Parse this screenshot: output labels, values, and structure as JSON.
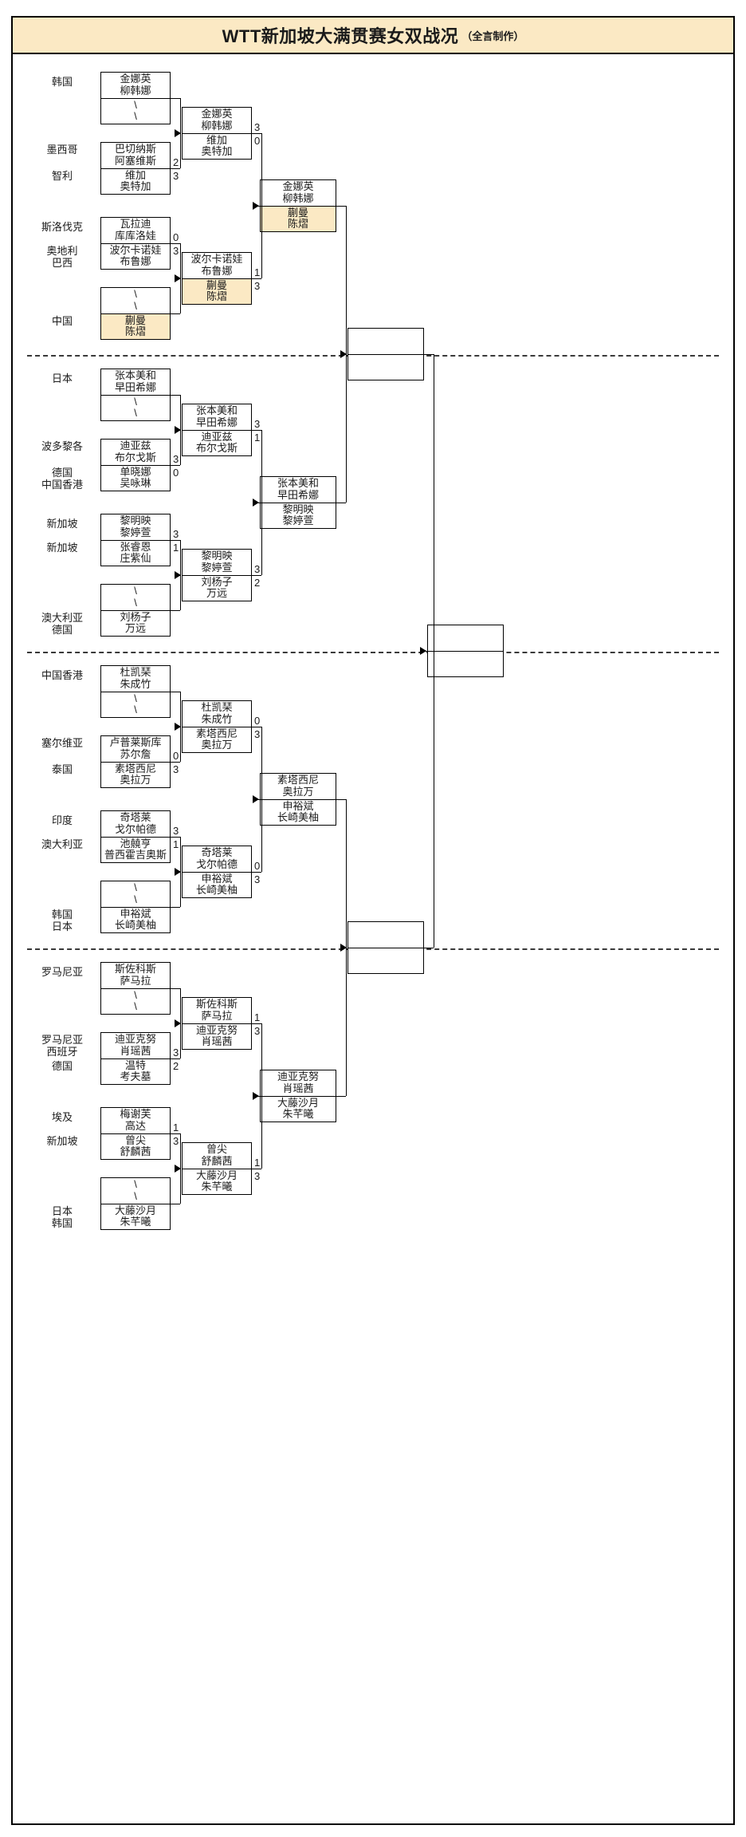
{
  "header": {
    "title_main": "WTT新加坡大满贯赛女双战况",
    "title_sub": "（全言制作）"
  },
  "bracket_data": {
    "type": "tournament-bracket",
    "sport": "女子双打 (Women's Doubles)",
    "highlight_color": "#fbe9c4",
    "highlighted_team": "蒯曼 / 陈熠",
    "quadrants": [
      {
        "id": "q1",
        "groups": [
          {
            "id": "q1g1",
            "r1": {
              "top": {
                "country": "韩国",
                "p1": "金娜英",
                "p2": "柳韩娜",
                "score": ""
              },
              "bottom": {
                "country": "",
                "p1": "\\",
                "p2": "\\",
                "score": "",
                "bye": true
              }
            },
            "r1b": {
              "top": {
                "country": "墨西哥",
                "p1": "巴切纳斯",
                "p2": "阿塞维斯",
                "score": "2"
              },
              "bottom": {
                "country": "智利",
                "p1": "维加",
                "p2": "奥特加",
                "score": "3"
              }
            }
          }
        ],
        "r2": {
          "top": {
            "p1": "金娜英",
            "p2": "柳韩娜",
            "score": "3",
            "hl": false
          },
          "bottom": {
            "p1": "维加",
            "p2": "奥特加",
            "score": "0",
            "hl": false
          }
        },
        "groups2": {
          "r1": {
            "top": {
              "country": "斯洛伐克",
              "p1": "瓦拉迪",
              "p2": "库库洛娃",
              "score": "0"
            },
            "bottom": {
              "country": "奥地利\n巴西",
              "p1": "波尔卡诺娃",
              "p2": "布鲁娜",
              "score": "3"
            }
          },
          "r1b": {
            "top": {
              "country": "",
              "p1": "\\",
              "p2": "\\",
              "score": "",
              "bye": true
            },
            "bottom": {
              "country": "中国",
              "p1": "蒯曼",
              "p2": "陈熠",
              "score": "",
              "hl": true
            }
          }
        },
        "r2b": {
          "top": {
            "p1": "波尔卡诺娃",
            "p2": "布鲁娜",
            "score": "1",
            "hl": false
          },
          "bottom": {
            "p1": "蒯曼",
            "p2": "陈熠",
            "score": "3",
            "hl": true
          }
        },
        "qf": {
          "top": {
            "p1": "金娜英",
            "p2": "柳韩娜",
            "score": "",
            "hl": false
          },
          "bottom": {
            "p1": "蒯曼",
            "p2": "陈熠",
            "score": "",
            "hl": true
          }
        }
      },
      {
        "id": "q2",
        "groups": [
          {
            "id": "q2g1",
            "r1": {
              "top": {
                "country": "日本",
                "p1": "张本美和",
                "p2": "早田希娜",
                "score": ""
              },
              "bottom": {
                "country": "",
                "p1": "\\",
                "p2": "\\",
                "score": "",
                "bye": true
              }
            },
            "r1b": {
              "top": {
                "country": "波多黎各",
                "p1": "迪亚兹",
                "p2": "布尔戈斯",
                "score": "3"
              },
              "bottom": {
                "country": "德国\n中国香港",
                "p1": "单晓娜",
                "p2": "吴咏琳",
                "score": "0"
              }
            }
          }
        ],
        "r2": {
          "top": {
            "p1": "张本美和",
            "p2": "早田希娜",
            "score": "3",
            "hl": false
          },
          "bottom": {
            "p1": "迪亚兹",
            "p2": "布尔戈斯",
            "score": "1",
            "hl": false
          }
        },
        "groups2": {
          "r1": {
            "top": {
              "country": "新加坡",
              "p1": "黎明映",
              "p2": "黎婷萱",
              "score": "3"
            },
            "bottom": {
              "country": "新加坡",
              "p1": "张睿恩",
              "p2": "庄紫仙",
              "score": "1"
            }
          },
          "r1b": {
            "top": {
              "country": "",
              "p1": "\\",
              "p2": "\\",
              "score": "",
              "bye": true
            },
            "bottom": {
              "country": "澳大利亚\n德国",
              "p1": "刘杨子",
              "p2": "万远",
              "score": ""
            }
          }
        },
        "r2b": {
          "top": {
            "p1": "黎明映",
            "p2": "黎婷萱",
            "score": "3",
            "hl": false
          },
          "bottom": {
            "p1": "刘杨子",
            "p2": "万远",
            "score": "2",
            "hl": false
          }
        },
        "qf": {
          "top": {
            "p1": "张本美和",
            "p2": "早田希娜",
            "score": "",
            "hl": false
          },
          "bottom": {
            "p1": "黎明映",
            "p2": "黎婷萱",
            "score": "",
            "hl": false
          }
        }
      },
      {
        "id": "q3",
        "groups": [
          {
            "id": "q3g1",
            "r1": {
              "top": {
                "country": "中国香港",
                "p1": "杜凯琹",
                "p2": "朱成竹",
                "score": ""
              },
              "bottom": {
                "country": "",
                "p1": "\\",
                "p2": "\\",
                "score": "",
                "bye": true
              }
            },
            "r1b": {
              "top": {
                "country": "塞尔维亚",
                "p1": "卢普莱斯库",
                "p2": "苏尔詹",
                "score": "0"
              },
              "bottom": {
                "country": "泰国",
                "p1": "素塔西尼",
                "p2": "奥拉万",
                "score": "3"
              }
            }
          }
        ],
        "r2": {
          "top": {
            "p1": "杜凯琹",
            "p2": "朱成竹",
            "score": "0",
            "hl": false
          },
          "bottom": {
            "p1": "素塔西尼",
            "p2": "奥拉万",
            "score": "3",
            "hl": false
          }
        },
        "groups2": {
          "r1": {
            "top": {
              "country": "印度",
              "p1": "奇塔莱",
              "p2": "戈尔帕德",
              "score": "3"
            },
            "bottom": {
              "country": "澳大利亚",
              "p1": "池㚁亨",
              "p2": "普西霍吉奥斯",
              "score": "1"
            }
          },
          "r1b": {
            "top": {
              "country": "",
              "p1": "\\",
              "p2": "\\",
              "score": "",
              "bye": true
            },
            "bottom": {
              "country": "韩国\n日本",
              "p1": "申裕斌",
              "p2": "长崎美柚",
              "score": ""
            }
          }
        },
        "r2b": {
          "top": {
            "p1": "奇塔莱",
            "p2": "戈尔帕德",
            "score": "0",
            "hl": false
          },
          "bottom": {
            "p1": "申裕斌",
            "p2": "长崎美柚",
            "score": "3",
            "hl": false
          }
        },
        "qf": {
          "top": {
            "p1": "素塔西尼",
            "p2": "奥拉万",
            "score": "",
            "hl": false
          },
          "bottom": {
            "p1": "申裕斌",
            "p2": "长崎美柚",
            "score": "",
            "hl": false
          }
        }
      },
      {
        "id": "q4",
        "groups": [
          {
            "id": "q4g1",
            "r1": {
              "top": {
                "country": "罗马尼亚",
                "p1": "斯佐科斯",
                "p2": "萨马拉",
                "score": ""
              },
              "bottom": {
                "country": "",
                "p1": "\\",
                "p2": "\\",
                "score": "",
                "bye": true
              }
            },
            "r1b": {
              "top": {
                "country": "罗马尼亚\n西班牙",
                "p1": "迪亚克努",
                "p2": "肖瑶茜",
                "score": "3"
              },
              "bottom": {
                "country": "德国",
                "p1": "温特",
                "p2": "考夫墓",
                "score": "2"
              }
            }
          }
        ],
        "r2": {
          "top": {
            "p1": "斯佐科斯",
            "p2": "萨马拉",
            "score": "1",
            "hl": false
          },
          "bottom": {
            "p1": "迪亚克努",
            "p2": "肖瑶茜",
            "score": "3",
            "hl": false
          }
        },
        "groups2": {
          "r1": {
            "top": {
              "country": "埃及",
              "p1": "梅谢芙",
              "p2": "高达",
              "score": "1"
            },
            "bottom": {
              "country": "新加坡",
              "p1": "曾尖",
              "p2": "舒麟茜",
              "score": "3"
            }
          },
          "r1b": {
            "top": {
              "country": "",
              "p1": "\\",
              "p2": "\\",
              "score": "",
              "bye": true
            },
            "bottom": {
              "country": "日本\n韩国",
              "p1": "大藤沙月",
              "p2": "朱芊曦",
              "score": ""
            }
          }
        },
        "r2b": {
          "top": {
            "p1": "曾尖",
            "p2": "舒麟茜",
            "score": "1",
            "hl": false
          },
          "bottom": {
            "p1": "大藤沙月",
            "p2": "朱芊曦",
            "score": "3",
            "hl": false
          }
        },
        "qf": {
          "top": {
            "p1": "迪亚克努",
            "p2": "肖瑶茜",
            "score": "",
            "hl": false
          },
          "bottom": {
            "p1": "大藤沙月",
            "p2": "朱芊曦",
            "score": "",
            "hl": false
          }
        }
      }
    ],
    "semifinals": [
      {
        "id": "sf1",
        "top": {
          "p1": "",
          "p2": ""
        },
        "bottom": {
          "p1": "",
          "p2": ""
        }
      },
      {
        "id": "sf2",
        "top": {
          "p1": "",
          "p2": ""
        },
        "bottom": {
          "p1": "",
          "p2": ""
        }
      }
    ],
    "final": {
      "id": "final",
      "top": {
        "p1": "",
        "p2": ""
      },
      "bottom": {
        "p1": "",
        "p2": ""
      }
    }
  }
}
